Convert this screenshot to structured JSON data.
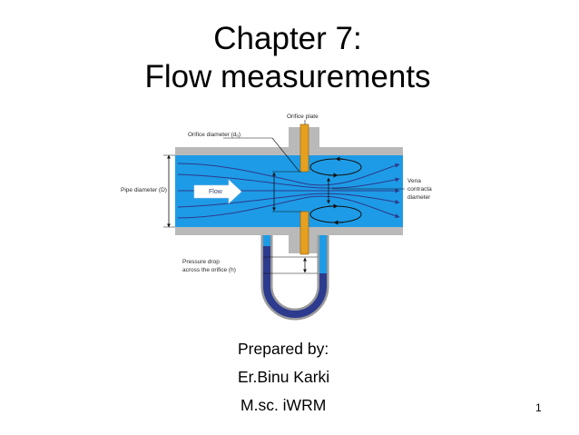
{
  "slide": {
    "title_line1": "Chapter 7:",
    "title_line2": "Flow measurements",
    "prepared_by": "Prepared by:",
    "author": "Er.Binu Karki",
    "degree": "M.sc. iWRM",
    "page_number": "1"
  },
  "diagram": {
    "orifice_plate": "Orifice plate",
    "orifice_diameter": "Orifice diameter (dₒ)",
    "pipe_diameter": "Pipe diameter (D)",
    "flow": "Flow",
    "vena_line1": "Vena",
    "vena_line2": "contracta",
    "vena_line3": "diameter",
    "pressure_line1": "Pressure drop",
    "pressure_line2": "across the orifice (h)",
    "colors": {
      "fluid": "#1e9be6",
      "pipe_wall": "#b9b9b9",
      "plate": "#e6a020",
      "manometer_liquid": "#2d3b8f"
    }
  }
}
